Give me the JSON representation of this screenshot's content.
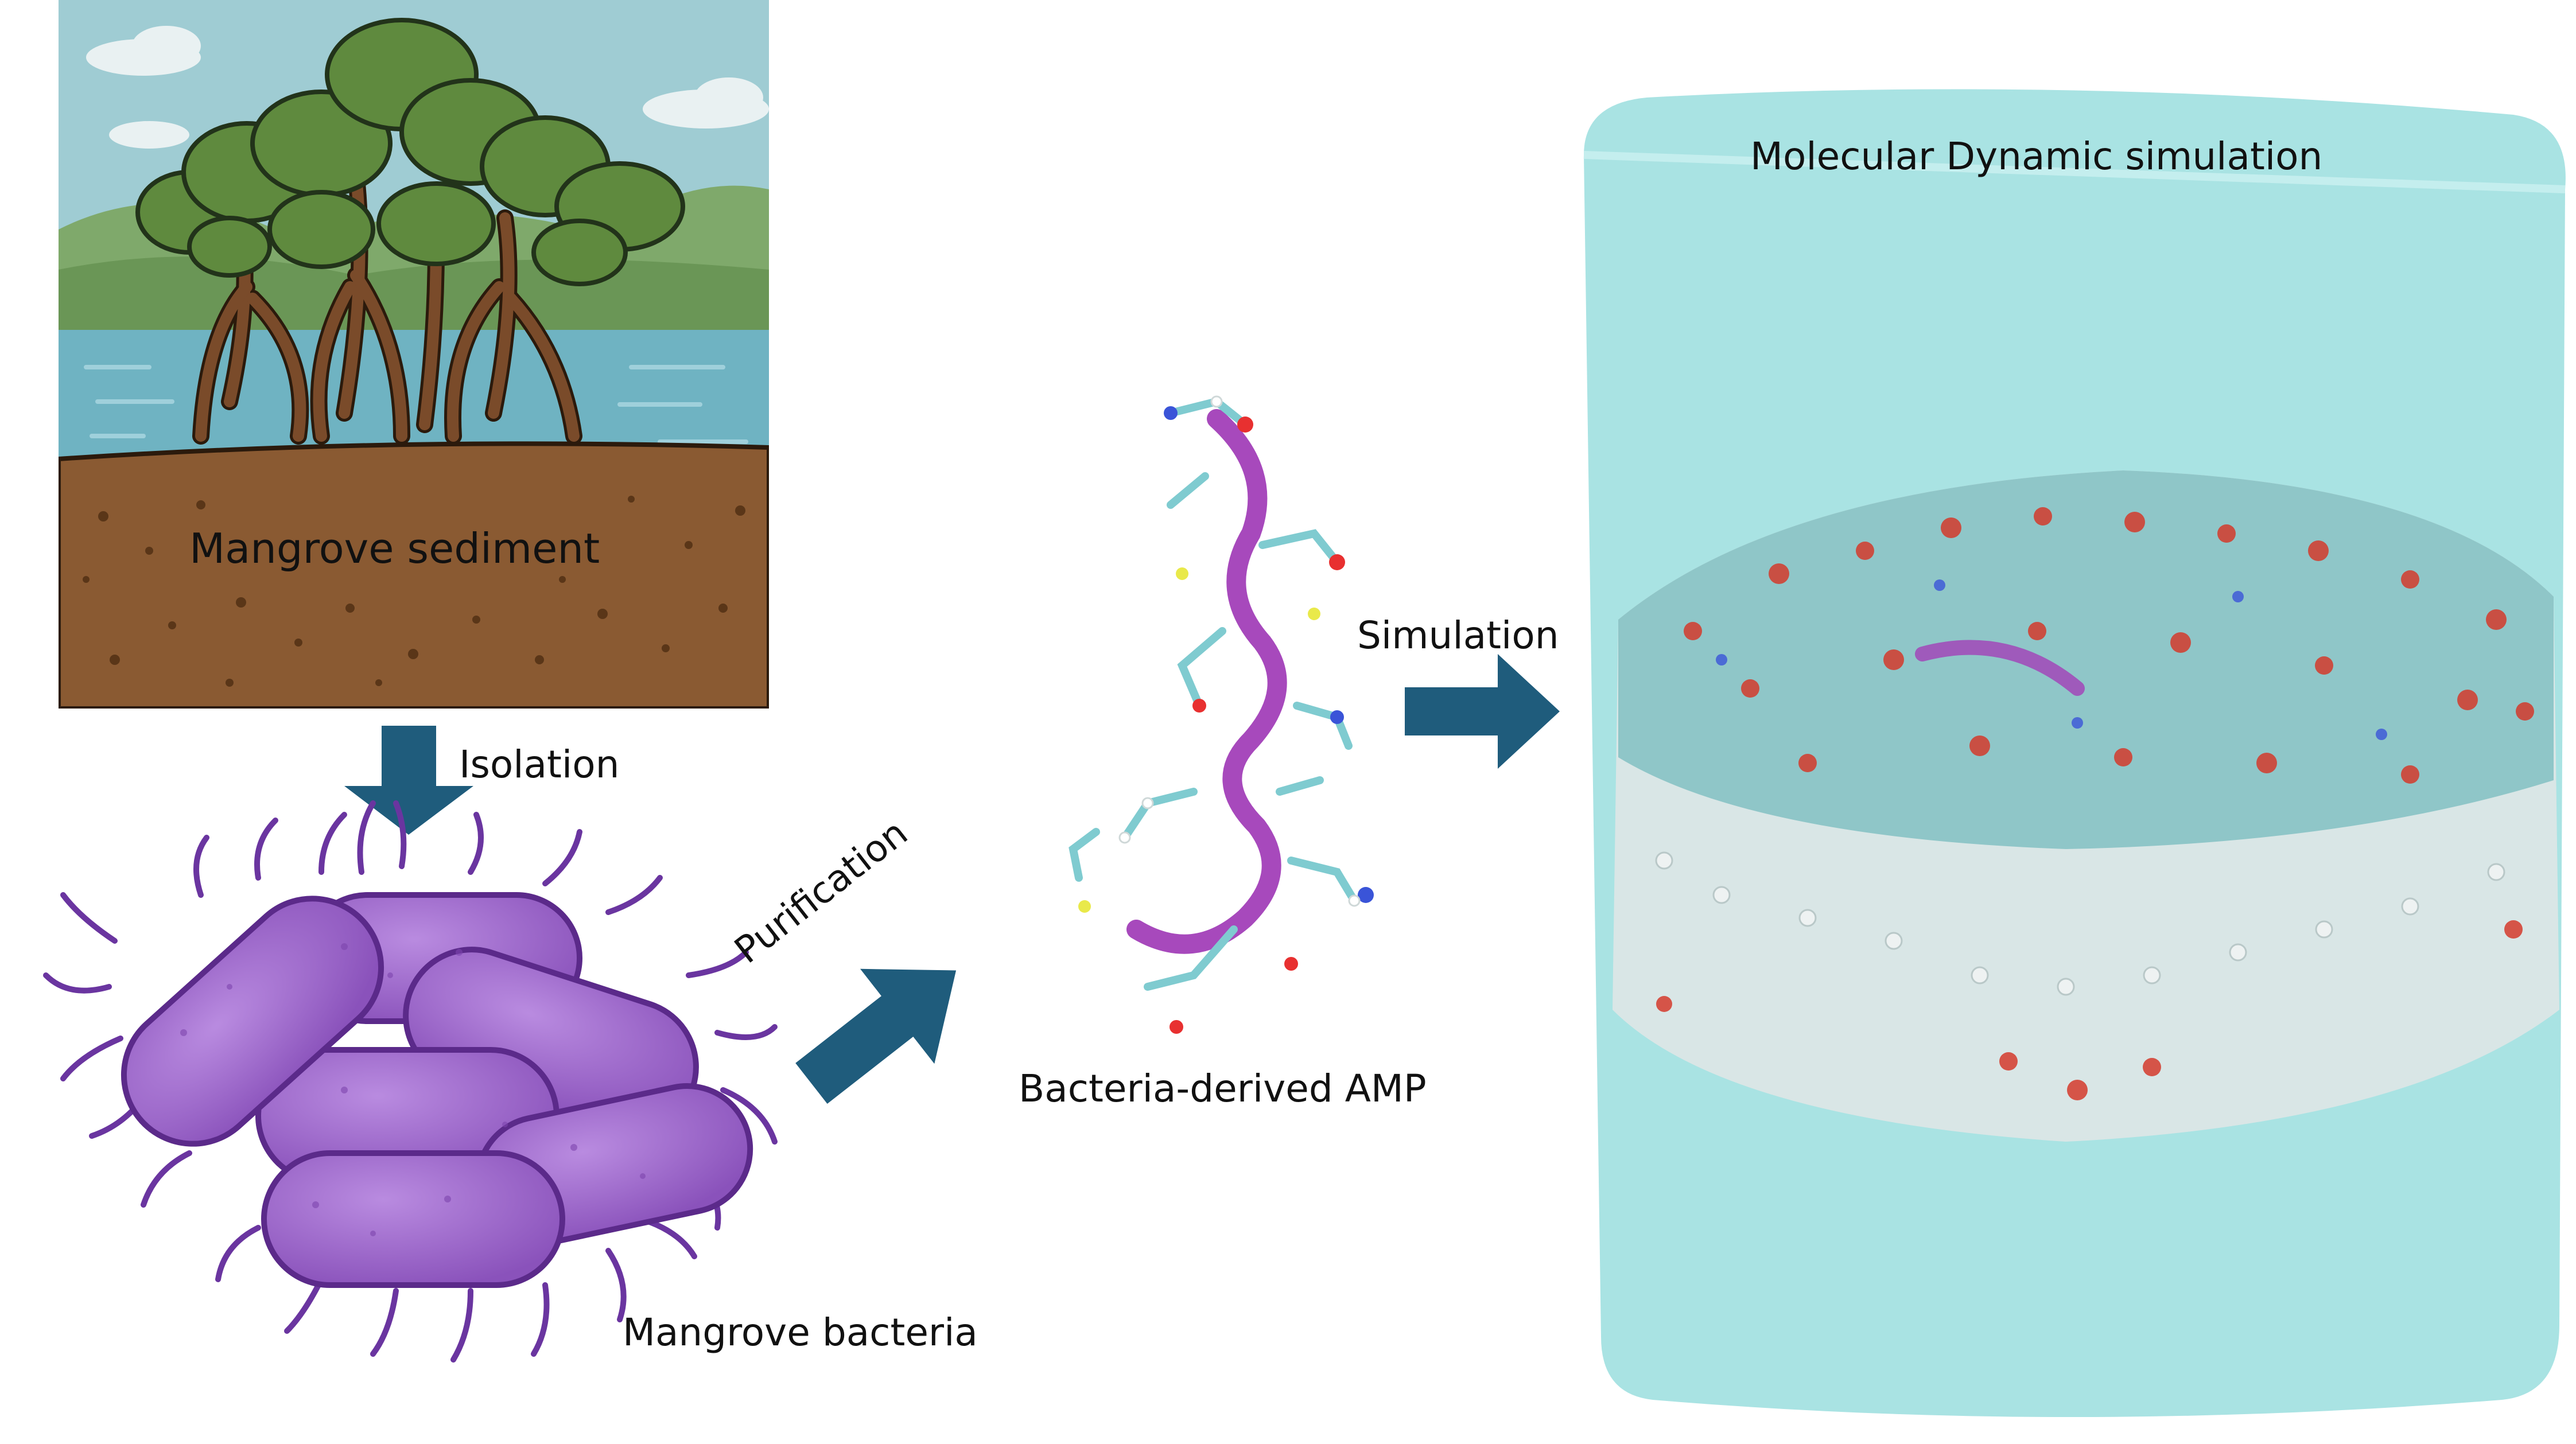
{
  "labels": {
    "sediment": "Mangrove sediment",
    "isolation": "Isolation",
    "bacteria": "Mangrove bacteria",
    "purification": "Purification",
    "amp": "Bacteria-derived AMP",
    "simulation": "Simulation",
    "md": "Molecular Dynamic simulation"
  },
  "colors": {
    "sky": "#9fccd3",
    "water": "#6fb3c2",
    "soil": "#8a5a32",
    "foliage": "#5f8a3e",
    "trunk": "#7a4b2a",
    "bacteria": "#9a62c8",
    "arrow": "#1f5c7c",
    "water_box": "#a9e3e3",
    "lipid_head": "#d33a2c",
    "lipid_tail": "#eef2f2",
    "carbon": "#7fcbd0",
    "peptide_ribbon": "#a23fb8"
  },
  "icons": [
    "mangrove-scene-icon",
    "bacteria-cluster-icon",
    "peptide-structure-icon",
    "membrane-simulation-box-icon",
    "flow-arrow-icon"
  ]
}
